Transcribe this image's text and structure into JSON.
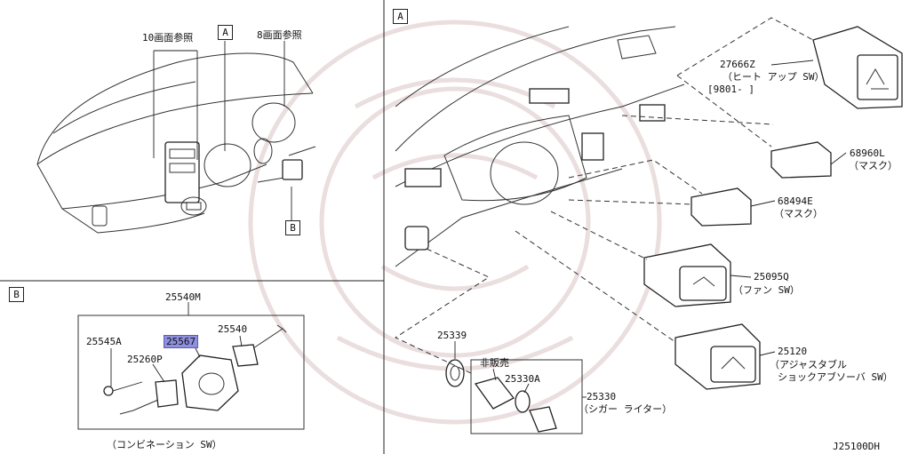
{
  "panels": {
    "overview": {
      "ref_10": "10画面参照",
      "ref_8": "8画面参照",
      "callout_a": "A",
      "callout_b": "B"
    },
    "panel_b": {
      "tag": "B",
      "group_number": "25540M",
      "parts": [
        {
          "number": "25545A"
        },
        {
          "number": "25567",
          "highlighted": true
        },
        {
          "number": "25540"
        },
        {
          "number": "25260P"
        }
      ],
      "caption": "（コンビネーション SW）"
    },
    "panel_a": {
      "tag": "A",
      "parts": [
        {
          "number": "27666Z",
          "note_1": "（ヒート アップ SW）",
          "note_2": "[9801-     ]"
        },
        {
          "number": "68960L",
          "note_1": "（マスク）"
        },
        {
          "number": "68494E",
          "note_1": "（マスク）"
        },
        {
          "number": "25095Q",
          "note_1": "（ファン SW）"
        },
        {
          "number": "25120",
          "note_1": "（アジャスタブル",
          "note_2": "ショックアブソーバ SW）"
        },
        {
          "number": "25339"
        },
        {
          "number": "25330A"
        },
        {
          "number": "25330",
          "note_1": "（シガー  ライター）"
        }
      ],
      "not_for_sale": "非販売"
    }
  },
  "diagram_code": "J25100DH",
  "colors": {
    "highlight": "#8e8fe0",
    "line": "#222222",
    "watermark": "#eadede"
  }
}
